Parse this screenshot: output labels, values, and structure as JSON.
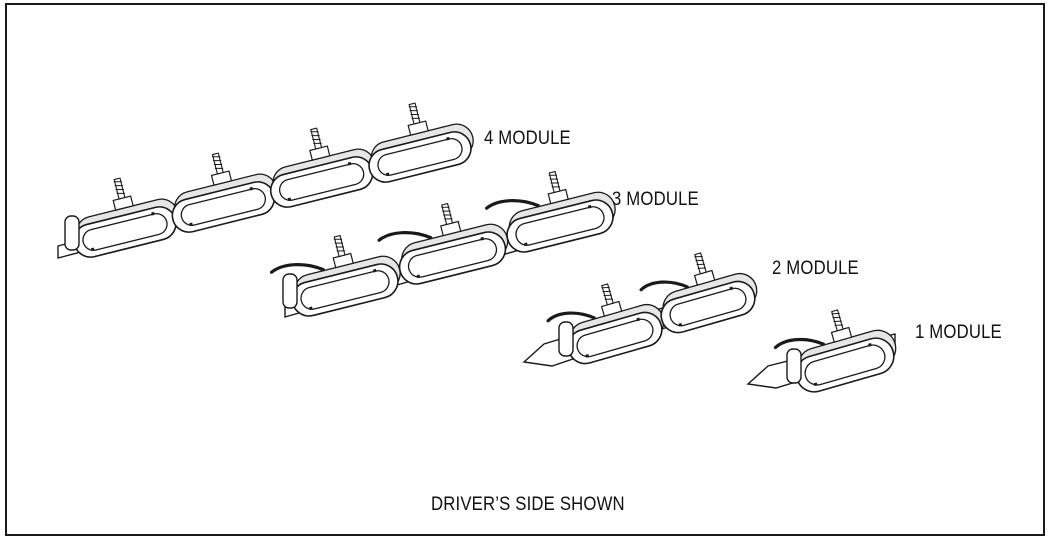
{
  "labels": {
    "four": "4 MODULE",
    "three": "3 MODULE",
    "two": "2 MODULE",
    "one": "1 MODULE"
  },
  "caption": "DRIVER’S SIDE SHOWN",
  "colors": {
    "line": "#1a1a1a",
    "fill": "#ffffff",
    "shade": "#e6e6e6"
  }
}
